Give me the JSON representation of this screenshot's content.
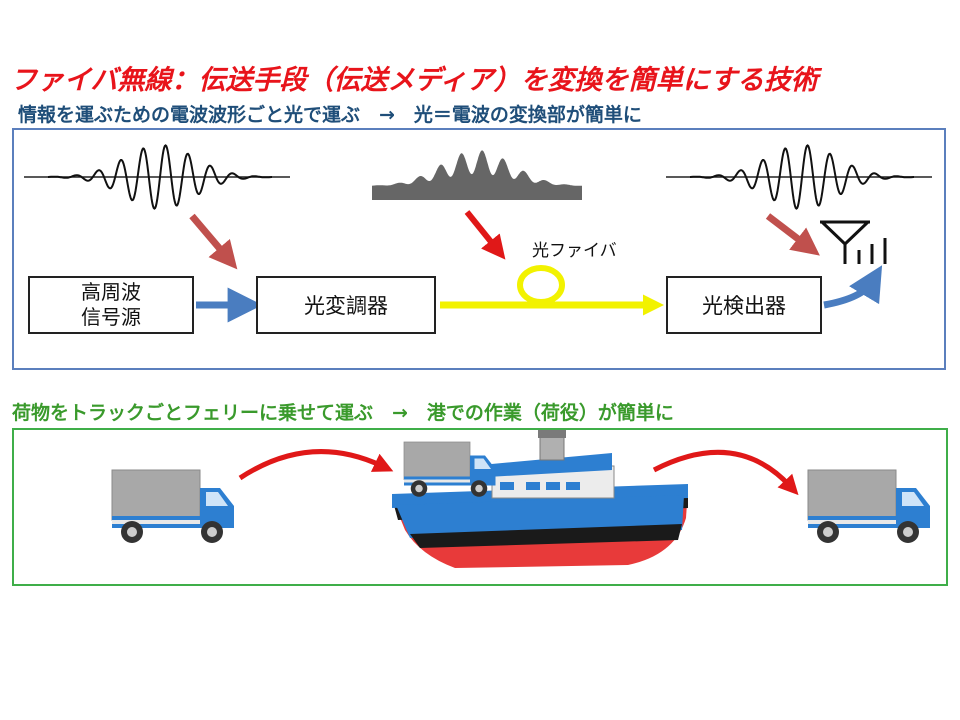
{
  "title": "ファイバ無線：伝送手段（伝送メディア）を変換を簡単にする技術",
  "subtitle_radio": "情報を運ぶための電波波形ごと光で運ぶ　→　光＝電波の変換部が簡単に",
  "subtitle_ship": "荷物をトラックごとフェリーに乗せて運ぶ　→　港での作業（荷役）が簡単に",
  "blocks": {
    "source_line1": "高周波",
    "source_line2": "信号源",
    "modulator": "光変調器",
    "detector": "光検出器"
  },
  "fiber_label": "光ファイバ",
  "colors": {
    "title": "#e8141b",
    "subtitle_radio": "#1f4e79",
    "subtitle_ship": "#3a9a2c",
    "panel_radio_border": "#5b7fbd",
    "panel_ship_border": "#3fae49",
    "fiber": "#f2f200",
    "blue_arrow": "#4a7dc0",
    "diag_arrow": "#c0504d",
    "red_arrow": "#e01818"
  },
  "icons": [
    "rf-waveform-icon",
    "optical-waveform-icon",
    "antenna-icon",
    "truck-icon",
    "ferry-icon"
  ]
}
